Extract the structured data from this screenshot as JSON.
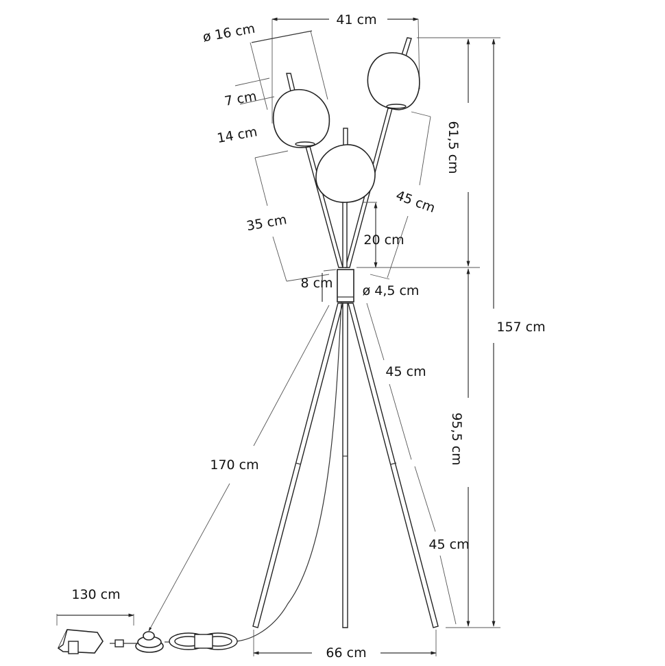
{
  "title": "Tripod floor lamp dimensions",
  "colors": {
    "line": "#222222",
    "background": "#ffffff"
  },
  "labels": {
    "top_width": "41 cm",
    "shade_diameter": "ø 16 cm",
    "rod_top": "7 cm",
    "shade_height": "14 cm",
    "left_arm": "35 cm",
    "center_arm": "20 cm",
    "right_arm": "45 cm",
    "hub_height": "8 cm",
    "hub_diameter": "ø 4,5 cm",
    "upper_leg": "45 cm",
    "lower_leg": "45 cm",
    "upper_height": "61,5 cm",
    "lower_height": "95,5 cm",
    "total_height": "157 cm",
    "cable_length": "170 cm",
    "adapter_cable": "130 cm",
    "base_width": "66 cm"
  }
}
